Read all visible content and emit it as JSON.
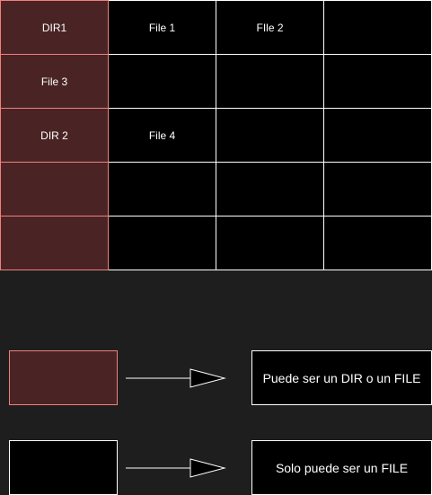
{
  "colors": {
    "background": "#1e1e1e",
    "dir_fill": "#4a2424",
    "dir_border": "#f08080",
    "file_fill": "#000000",
    "line": "#ffffff",
    "text": "#ffffff"
  },
  "grid": {
    "rows": [
      [
        "DIR1",
        "File 1",
        "FIle 2",
        ""
      ],
      [
        "File 3",
        "",
        "",
        ""
      ],
      [
        "DIR 2",
        "File 4",
        "",
        ""
      ],
      [
        "",
        "",
        "",
        ""
      ],
      [
        "",
        "",
        "",
        ""
      ]
    ]
  },
  "legend": {
    "dir_or_file": "Puede ser un DIR o un FILE",
    "file_only": "Solo puede ser un FILE"
  }
}
